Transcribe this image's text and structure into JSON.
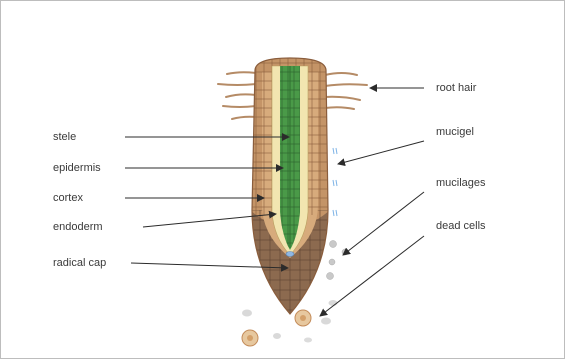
{
  "diagram": {
    "labels": {
      "stele": "stele",
      "epidermis": "epidermis",
      "cortex": "cortex",
      "endoderm": "endoderm",
      "radical_cap": "radical cap",
      "root_hair": "root hair",
      "mucigel": "mucigel",
      "mucilages": "mucilages",
      "dead_cells": "dead cells"
    },
    "colors": {
      "epidermis": "#c49467",
      "epidermis_dark": "#9a6b45",
      "cortex": "#d7ab7c",
      "endoderm": "#f2e5b0",
      "stele": "#4a9a48",
      "stele_dark": "#2f6e2f",
      "root_cap": "#8c6a4f",
      "root_hair": "#b58b66",
      "arrow": "#2b2b2b",
      "mucigel": "#7fb4e6"
    }
  }
}
